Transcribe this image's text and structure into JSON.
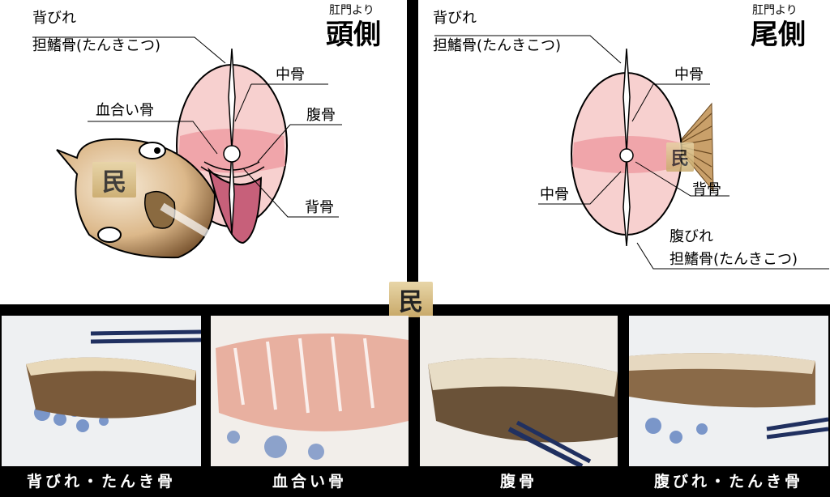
{
  "left": {
    "side_small": "肛門より",
    "side_big": "頭側",
    "labels": {
      "dorsal_fin": "背びれ",
      "dorsal_pterygiophore": "担鰭骨(たんきこつ)",
      "blood_bone": "血合い骨",
      "central_bone": "中骨",
      "belly_bone": "腹骨",
      "back_bone": "背骨"
    },
    "logo": "民"
  },
  "right": {
    "side_small": "肛門より",
    "side_big": "尾側",
    "labels": {
      "dorsal_fin": "背びれ",
      "dorsal_pterygiophore": "担鰭骨(たんきこつ)",
      "central_bone_upper": "中骨",
      "central_bone_lower": "中骨",
      "back_bone": "背骨",
      "anal_fin": "腹びれ",
      "anal_pterygiophore": "担鰭骨(たんきこつ)"
    },
    "logo": "民"
  },
  "center_logo": "民",
  "photos": [
    {
      "caption": "背びれ・たんき骨"
    },
    {
      "caption": "血合い骨"
    },
    {
      "caption": "腹骨"
    },
    {
      "caption": "腹びれ・たんき骨"
    }
  ]
}
